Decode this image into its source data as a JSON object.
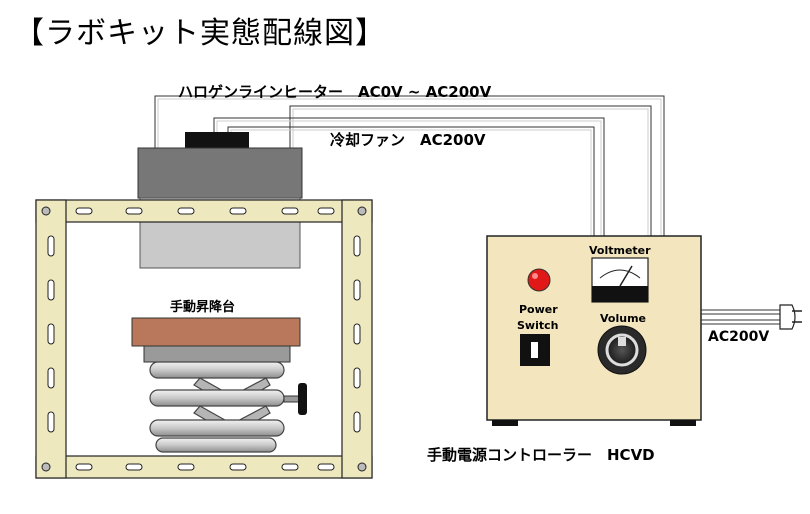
{
  "title": "【ラボキット実態配線図】",
  "labels": {
    "heater": "ハロゲンラインヒーター　AC0V ~ AC200V",
    "fan": "冷却ファン　AC200V",
    "lift": "手動昇降台",
    "controller": "手動電源コントローラー　HCVD",
    "ac_input": "AC200V"
  },
  "controller_panel": {
    "voltmeter": "Voltmeter",
    "power_switch_line1": "Power",
    "power_switch_line2": "Switch",
    "volume": "Volume"
  },
  "colors": {
    "frame": "#eee8bf",
    "controller_body": "#f3e6bf",
    "lift_top": "#b9785b",
    "heater_upper": "#777777",
    "heater_lower": "#c8c8c8",
    "indicator": "#e01818"
  }
}
